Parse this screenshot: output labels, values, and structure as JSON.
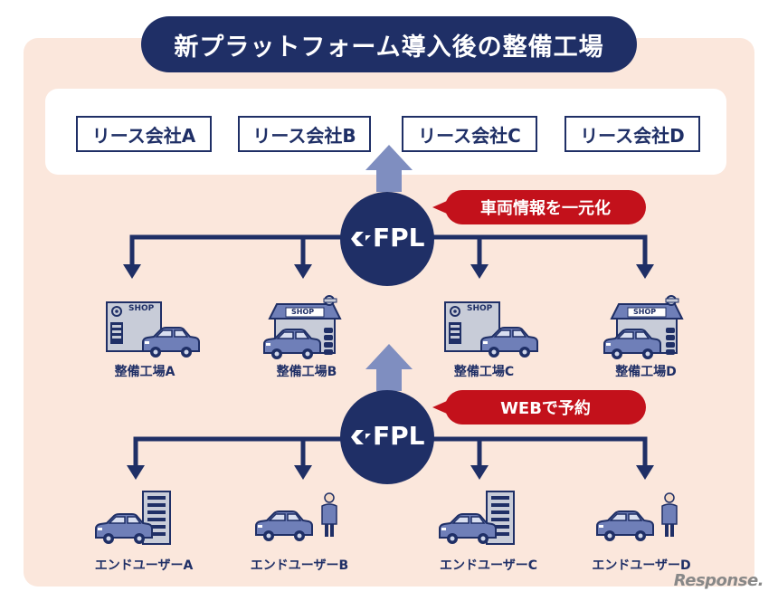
{
  "title": "新プラットフォーム導入後の整備工場",
  "lease_companies": [
    "リース会社A",
    "リース会社B",
    "リース会社C",
    "リース会社D"
  ],
  "platform_logo": "FPL",
  "tags": {
    "vehicle_info": "車両情報を一元化",
    "web_booking": "WEBで予約"
  },
  "shop_sign": "SHOP",
  "shops": [
    "整備工場A",
    "整備工場B",
    "整備工場C",
    "整備工場D"
  ],
  "end_users": [
    "エンドユーザーA",
    "エンドユーザーB",
    "エンドユーザーC",
    "エンドユーザーD"
  ],
  "watermark": "Response.",
  "colors": {
    "navy": "#1f2f66",
    "red": "#c3111b",
    "peach": "#fbe7dc",
    "arrow_light": "#7f8ec0"
  }
}
